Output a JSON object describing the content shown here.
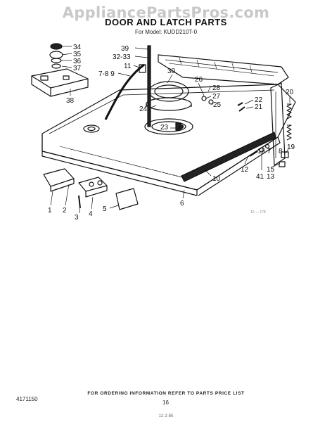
{
  "watermark": "AppliancePartsPros.com",
  "header": {
    "title": "DOOR AND LATCH PARTS",
    "model": "For Model: KUDD210T-0"
  },
  "callouts": {
    "c34": "34",
    "c35": "35",
    "c36": "36",
    "c37": "37",
    "c38": "38",
    "c39": "39",
    "c3233": "32-33",
    "c11": "11",
    "c789a": "7-8 9",
    "c30": "30",
    "c26": "26",
    "c28": "28",
    "c27": "27",
    "c25": "25",
    "c24": "24",
    "c23": "23",
    "c20": "20",
    "c22": "22",
    "c21": "21",
    "c167": "16 7",
    "c8": "8",
    "c19": "19",
    "c15": "15",
    "c13": "13",
    "c12": "12",
    "c41": "41",
    "c10": "10",
    "c6": "6",
    "c1": "1",
    "c2": "2",
    "c3": "3",
    "c4": "4",
    "c5": "5",
    "small_code": "12 — 178"
  },
  "footer": {
    "note": "FOR ORDERING INFORMATION REFER TO PARTS PRICE LIST",
    "doc_number": "4171150",
    "page_number": "16",
    "code": "12-2-85"
  }
}
